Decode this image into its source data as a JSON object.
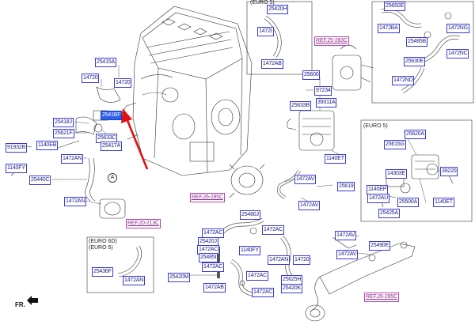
{
  "labels": {
    "l25415a": "25415A",
    "l14720_a": "14720",
    "l14720_b": "14720",
    "l2541bf": "2541BF",
    "l25418j": "25418J",
    "l25621f": "25621F",
    "l25633c": "25633C",
    "l1140eb": "1140EB",
    "l91932b": "91932B",
    "l25417a": "25417A",
    "l1472an_a": "1472AN",
    "l1140fy_a": "1140FY",
    "l25440c": "25440C",
    "l1472an_b": "1472AN",
    "l25420h": "25420H",
    "l1472i": "1472I",
    "l1472ab": "1472AB",
    "l25650e": "25650E",
    "l1472ba": "1472BA",
    "l1472ng": "1472NG",
    "l25485b": "25485B",
    "l1472nc": "1472NC",
    "l25630e": "25630E",
    "l1472nd": "1472ND",
    "l25600": "25600",
    "l97234": "97234",
    "l25633b": "25633B",
    "l39311a": "39311A",
    "l1140et_a": "1140ET",
    "l25620a": "25620A",
    "l25615g": "25615G",
    "l14303e": "14303E",
    "l39220": "39220",
    "l1140ep": "1140EP",
    "l1472au": "1472AU",
    "l25500a": "25500A",
    "l25425a": "25425A",
    "l1140et_b": "1140ET",
    "l1472av_a": "1472AV",
    "l25619": "25619",
    "l1472av_b": "1472AV",
    "l25480j": "25480J",
    "l1472ac_a": "1472AC",
    "l25420j": "25420J",
    "l1472ac_b": "1472AC",
    "l1140fy_b": "1140FY",
    "l25485i": "25485I",
    "l1472ac_c": "1472AC",
    "l1472an_c": "1472AN",
    "l14720_c": "14720",
    "l1472ac_d": "1472AC",
    "l25420m": "25420M",
    "l25625h": "25625H",
    "l1472ab_b": "1472AB",
    "l1472ac_e": "1472AC",
    "l25420k": "25420K",
    "l1472av_c": "1472AV",
    "l25490e": "25490E",
    "l1472av_d": "1472AV",
    "l25436f": "25436F",
    "l1472an_d": "1472AN"
  },
  "refs": {
    "r_25283c": "REF.25-283C",
    "r_26285c_a": "REF.26-285C",
    "r_20213c": "REF.20-213C",
    "r_26285c_b": "REF.26-285C"
  },
  "notes": {
    "euro5_top": "(EURO 5)",
    "euro5_right": "(EURO 5)",
    "euro6d": "(EURO 6D)",
    "euro5_bottom": "(EURO 5)",
    "view_a": "A",
    "front": "FR."
  },
  "colors": {
    "label_text": "#1a1a8c",
    "label_border": "#3a3ad8",
    "highlight": "#2f5ee8",
    "ref_text": "#8c2a8c",
    "pointer_arrow": "#e01010"
  },
  "icons": {
    "front_arrow": "front-direction-arrow-icon",
    "pointer": "red-pointer-arrow-icon"
  }
}
